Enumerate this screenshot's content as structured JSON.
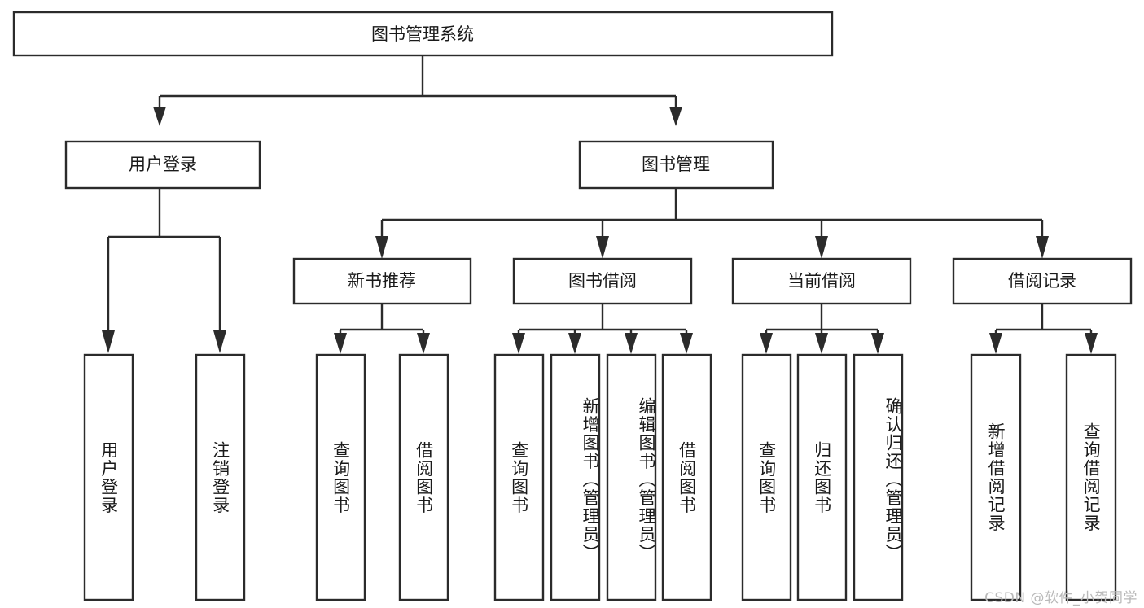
{
  "diagram": {
    "title": "图书管理系统",
    "type": "tree",
    "orientation": "top-down",
    "colors": {
      "box_fill": "#ffffff",
      "box_stroke": "#2b2b2b",
      "connector": "#2b2b2b",
      "text": "#1a1a1a",
      "watermark": "#b9b9b9",
      "background": "#ffffff"
    },
    "root": {
      "label": "图书管理系统"
    },
    "level2": [
      {
        "label": "用户登录"
      },
      {
        "label": "图书管理"
      }
    ],
    "level3": [
      {
        "label": "新书推荐"
      },
      {
        "label": "图书借阅"
      },
      {
        "label": "当前借阅"
      },
      {
        "label": "借阅记录"
      }
    ],
    "leaves": {
      "user_login": [
        {
          "label": "用户登录"
        },
        {
          "label": "注销登录"
        }
      ],
      "new_book_recommend": [
        {
          "label": "查询图书"
        },
        {
          "label": "借阅图书"
        }
      ],
      "book_borrow": [
        {
          "label": "查询图书"
        },
        {
          "label": "新增图书（管理员）"
        },
        {
          "label": "编辑图书（管理员）"
        },
        {
          "label": "借阅图书"
        }
      ],
      "current_borrow": [
        {
          "label": "查询图书"
        },
        {
          "label": "归还图书"
        },
        {
          "label": "确认归还（管理员）"
        }
      ],
      "borrow_record": [
        {
          "label": "新增借阅记录"
        },
        {
          "label": "查询借阅记录"
        }
      ]
    }
  },
  "watermark": {
    "text": "CSDN @软件_小贺同学"
  }
}
